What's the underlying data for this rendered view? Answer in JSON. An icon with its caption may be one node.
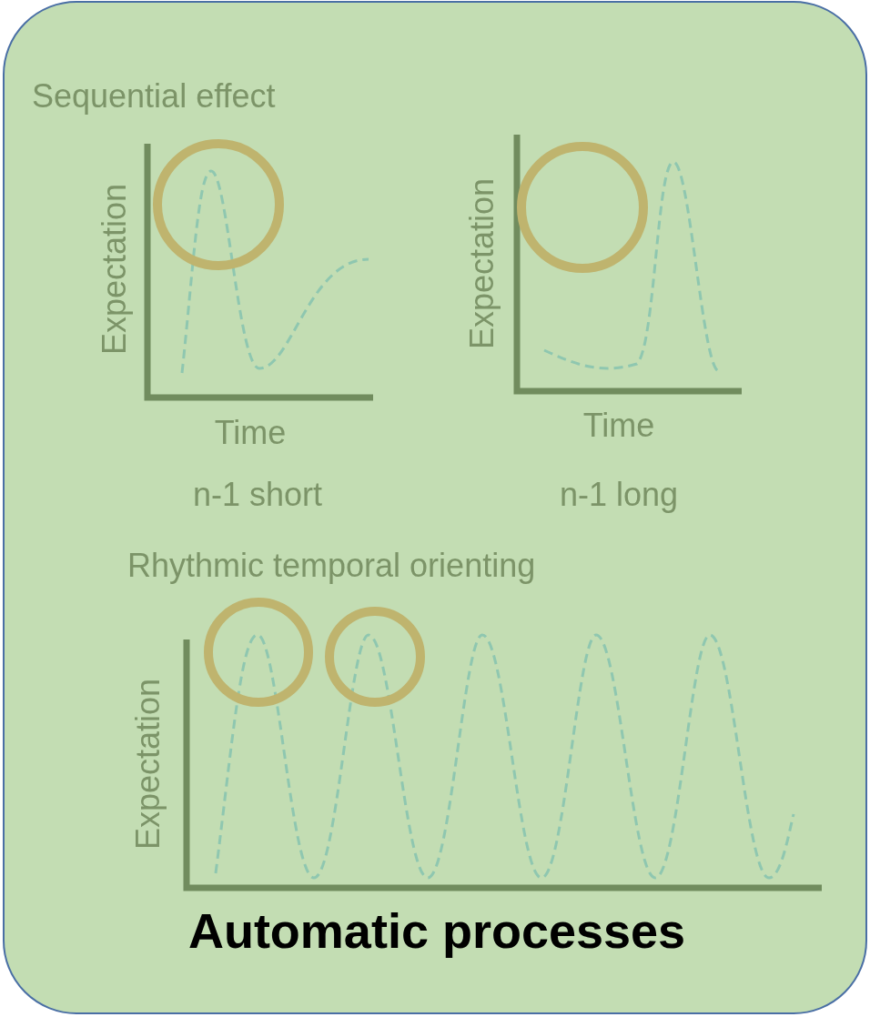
{
  "diagram": {
    "caption": "Automatic processes",
    "labels": [
      "Sequential effect",
      "Expectation",
      "Time",
      "n-1 short",
      "Expectation",
      "Time",
      "n-1 long",
      "Rhythmic temporal orienting",
      "Expectation"
    ]
  }
}
